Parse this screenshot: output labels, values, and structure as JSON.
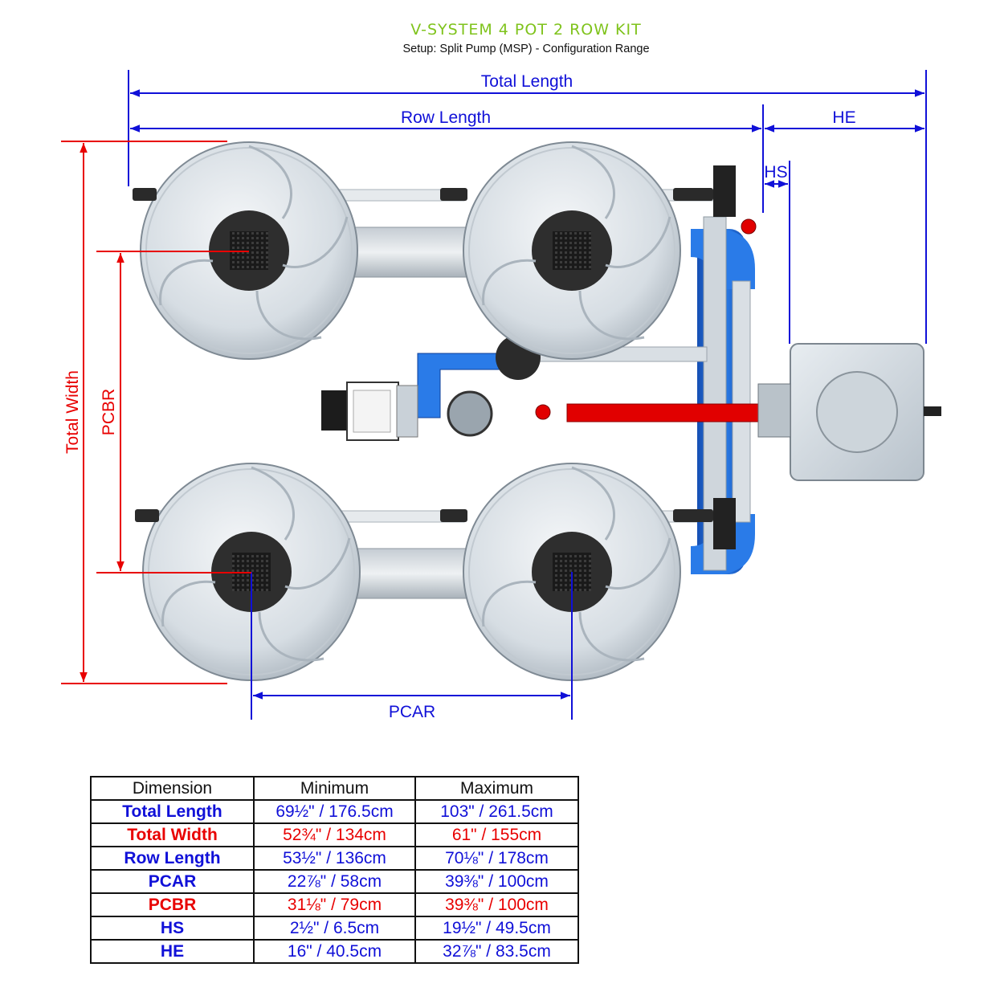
{
  "title": "V-SYSTEM 4 POT 2 ROW KIT",
  "subtitle": "Setup: Split Pump (MSP) - Configuration Range",
  "labels": {
    "total_length": "Total Length",
    "row_length": "Row Length",
    "he": "HE",
    "hs": "HS",
    "total_width": "Total Width",
    "pcbr": "PCBR",
    "pcar": "PCAR"
  },
  "colors": {
    "blue": "#1010d8",
    "red": "#e80000",
    "title_green": "#7fc31c",
    "pipe_blue": "#1f6fe0",
    "pipe_red": "#e10000"
  },
  "table": {
    "headers": [
      "Dimension",
      "Minimum",
      "Maximum"
    ],
    "rows": [
      {
        "name": "Total Length",
        "min": "69½\" / 176.5cm",
        "max": "103\" / 261.5cm",
        "color": "#1010d8"
      },
      {
        "name": "Total Width",
        "min": "52¾\" / 134cm",
        "max": "61\" / 155cm",
        "color": "#e80000"
      },
      {
        "name": "Row Length",
        "min": "53½\" / 136cm",
        "max": "70⅛\" / 178cm",
        "color": "#1010d8"
      },
      {
        "name": "PCAR",
        "min": "22⅞\" / 58cm",
        "max": "39⅜\" / 100cm",
        "color": "#1010d8"
      },
      {
        "name": "PCBR",
        "min": "31⅛\" / 79cm",
        "max": "39⅜\" / 100cm",
        "color": "#e80000"
      },
      {
        "name": "HS",
        "min": "2½\" / 6.5cm",
        "max": "19½\" / 49.5cm",
        "color": "#1010d8"
      },
      {
        "name": "HE",
        "min": "16\" / 40.5cm",
        "max": "32⅞\" / 83.5cm",
        "color": "#1010d8"
      }
    ]
  }
}
